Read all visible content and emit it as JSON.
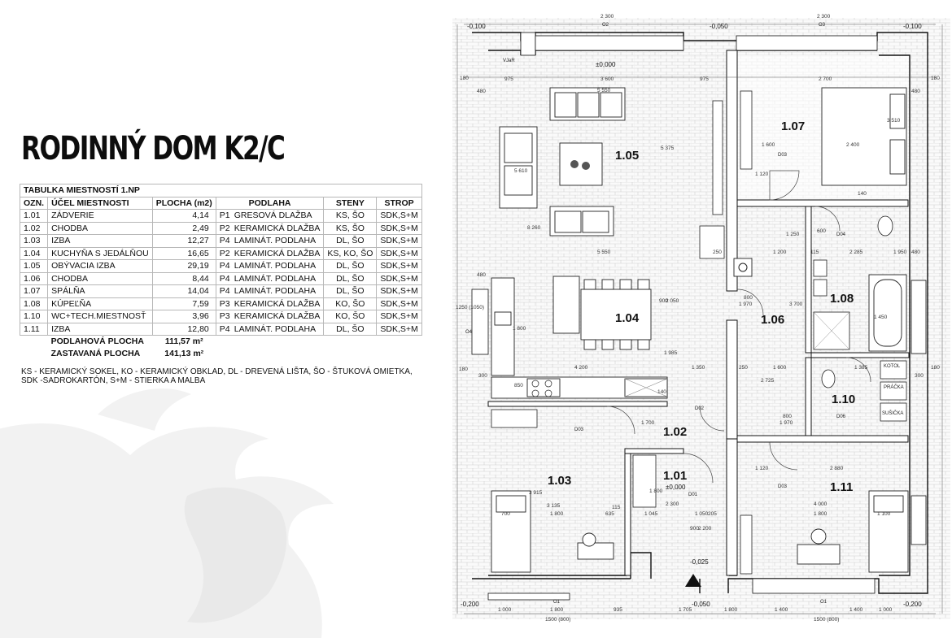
{
  "title": "RODINNÝ DOM K2/C",
  "table": {
    "caption": "TABULKA MIESTNOSTÍ 1.NP",
    "headers": [
      "OZN.",
      "ÚČEL MIESTNOSTI",
      "PLOCHA (m2)",
      "PODLAHA",
      "STENY",
      "STROP"
    ],
    "rows": [
      {
        "id": "1.01",
        "name": "ZÁDVERIE",
        "area": "4,14",
        "floor_code": "P1",
        "floor": "GRESOVÁ DLAŽBA",
        "walls": "KS, ŠO",
        "ceiling": "SDK,S+M"
      },
      {
        "id": "1.02",
        "name": "CHODBA",
        "area": "2,49",
        "floor_code": "P2",
        "floor": "KERAMICKÁ DLAŽBA",
        "walls": "KS, ŠO",
        "ceiling": "SDK,S+M"
      },
      {
        "id": "1.03",
        "name": "IZBA",
        "area": "12,27",
        "floor_code": "P4",
        "floor": "LAMINÁT. PODLAHA",
        "walls": "DL, ŠO",
        "ceiling": "SDK,S+M"
      },
      {
        "id": "1.04",
        "name": "KUCHYŇA S JEDÁLŇOU",
        "area": "16,65",
        "floor_code": "P2",
        "floor": "KERAMICKÁ DLAŽBA",
        "walls": "KS, KO, ŠO",
        "ceiling": "SDK,S+M"
      },
      {
        "id": "1.05",
        "name": "OBÝVACIA IZBA",
        "area": "29,19",
        "floor_code": "P4",
        "floor": "LAMINÁT. PODLAHA",
        "walls": "DL, ŠO",
        "ceiling": "SDK,S+M"
      },
      {
        "id": "1.06",
        "name": "CHODBA",
        "area": "8,44",
        "floor_code": "P4",
        "floor": "LAMINÁT. PODLAHA",
        "walls": "DL, ŠO",
        "ceiling": "SDK,S+M"
      },
      {
        "id": "1.07",
        "name": "SPÁLŇA",
        "area": "14,04",
        "floor_code": "P4",
        "floor": "LAMINÁT. PODLAHA",
        "walls": "DL, ŠO",
        "ceiling": "SDK,S+M"
      },
      {
        "id": "1.08",
        "name": "KÚPEĽŇA",
        "area": "7,59",
        "floor_code": "P3",
        "floor": "KERAMICKÁ DLAŽBA",
        "walls": "KO, ŠO",
        "ceiling": "SDK,S+M"
      },
      {
        "id": "1.10",
        "name": "WC+TECH.MIESTNOSŤ",
        "area": "3,96",
        "floor_code": "P3",
        "floor": "KERAMICKÁ DLAŽBA",
        "walls": "KO, ŠO",
        "ceiling": "SDK,S+M"
      },
      {
        "id": "1.11",
        "name": "IZBA",
        "area": "12,80",
        "floor_code": "P4",
        "floor": "LAMINÁT. PODLAHA",
        "walls": "DL, ŠO",
        "ceiling": "SDK,S+M"
      }
    ],
    "floor_area_label": "PODLAHOVÁ PLOCHA",
    "floor_area_value": "111,57 m²",
    "built_area_label": "ZASTAVANÁ PLOCHA",
    "built_area_value": "141,13 m²"
  },
  "legend": {
    "line1": "KS - KERAMICKÝ SOKEL, KO - KERAMICKÝ OBKLAD, DL - DREVENÁ LIŠTA, ŠO - ŠTUKOVÁ OMIETKA,",
    "line2": "SDK -SADROKARTÓN, S+M - STIERKA A MALBA"
  },
  "plan": {
    "rooms": {
      "r105": "1.05",
      "r107": "1.07",
      "r104": "1.04",
      "r106": "1.06",
      "r108": "1.08",
      "r110": "1.10",
      "r103": "1.03",
      "r102": "1.02",
      "r101": "1.01",
      "r111": "1.11"
    },
    "levels": {
      "top_left": "-0,100",
      "top_mid": "-0,050",
      "top_right": "-0,100",
      "floor": "±0,000",
      "entry": "±0,000",
      "bottom_left": "-0,200",
      "bottom_mid_a": "-0,025",
      "bottom_mid_b": "-0,050",
      "bottom_right": "-0,200"
    },
    "doors": {
      "d03a": "D03",
      "d04": "D04",
      "d02": "D02",
      "d01": "D01",
      "d03b": "D03",
      "d06": "D06",
      "d03c": "D03"
    },
    "labels": {
      "vzr": "VJaR",
      "kotol": "KOTOL",
      "pracka": "PRÁČKA",
      "susicka": "SUŠIČKA",
      "o1a": "O1",
      "o1b": "O1",
      "o2": "O2",
      "o3": "O3",
      "o4": "O4"
    },
    "dims": {
      "t2300a": "2 300",
      "t2300b": "2 300",
      "d975a": "975",
      "d3600": "3 600",
      "d975b": "975",
      "d2700": "2 700",
      "d5550a": "5 550",
      "d5550b": "5 550",
      "d5375": "5 375",
      "d5610": "5 610",
      "d3510": "3 510",
      "d1600a": "1 600",
      "d2400": "2 400",
      "d8260": "8 260",
      "d1250": "1 250",
      "d1200": "1 200",
      "d2285": "2 285",
      "d1950": "1 950",
      "d3700": "3 700",
      "d1450": "1 450",
      "d1800a": "1 800",
      "d4200": "4 200",
      "d1985": "1 985",
      "d1350": "1 350",
      "d1600b": "1 600",
      "d1385": "1 385",
      "d2725": "2 725",
      "d1700": "1 700",
      "d3915": "3 915",
      "d3135": "3 135",
      "d1800b": "1 800",
      "d2300c": "2 300",
      "d1050": "1 050",
      "d4000": "4 000",
      "d2880": "2 880",
      "d1120a": "1 120",
      "d1120b": "1 120",
      "d700": "700",
      "d1800c": "1 800",
      "d635": "635",
      "d1045": "1 045",
      "d205": "205",
      "d1800d": "1 800",
      "d1100": "1 100",
      "b1000": "1 000",
      "b1800": "1 800",
      "b935": "935",
      "b1705": "1 705",
      "b1800b": "1 800",
      "b1400a": "1 400",
      "b1400b": "1 400",
      "b1000b": "1 000",
      "b1500a": "1500 (800)",
      "b1500b": "1500 (800)",
      "s180a": "180",
      "s180b": "180",
      "s480a": "480",
      "s480b": "480",
      "s480c": "480",
      "s480d": "480",
      "s1250": "1250 (1050)",
      "s300a": "300",
      "s300b": "300",
      "s180c": "180",
      "s180d": "180",
      "s250a": "250",
      "s250b": "250",
      "d800a": "800",
      "d1970a": "1 970",
      "d800b": "800",
      "d1970b": "1 970",
      "d600a": "600",
      "d900a": "900",
      "d2050": "2 050",
      "d900b": "900",
      "d2200": "2 200",
      "d140a": "140",
      "d140b": "140",
      "d850": "850",
      "d115a": "115",
      "d115b": "115"
    }
  }
}
